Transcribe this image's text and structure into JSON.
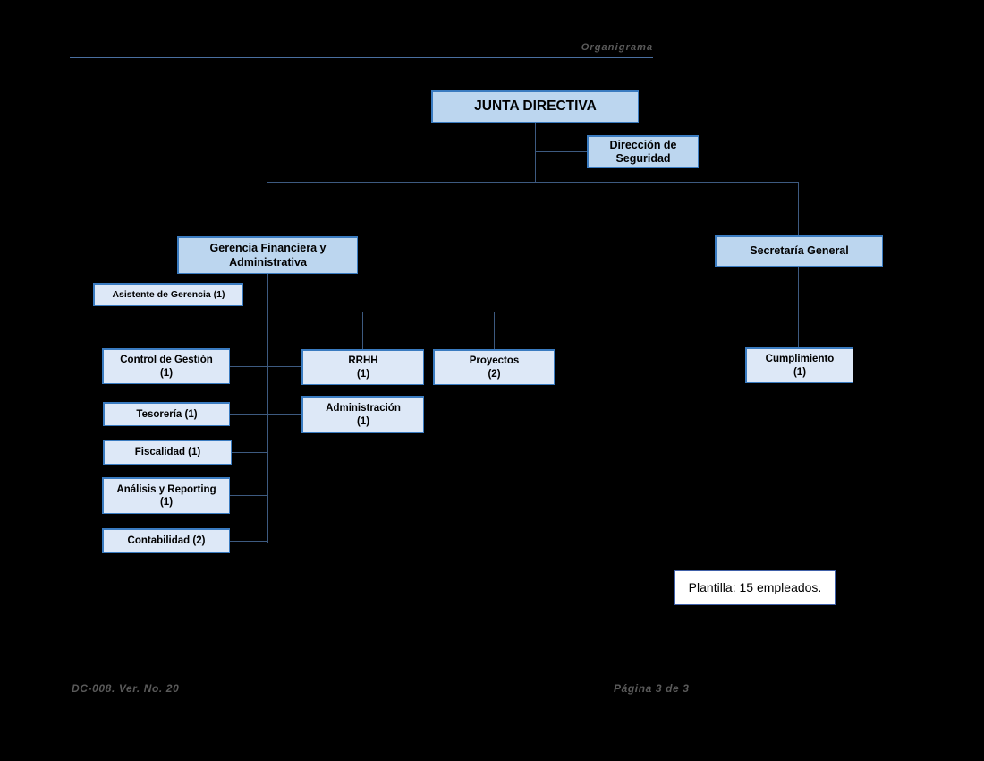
{
  "header": {
    "title": "Organigrama"
  },
  "footer": {
    "doc_ref": "DC-008. Ver. No. 20",
    "page_ref": "Página 3 de 3"
  },
  "chart_data": {
    "type": "diagram",
    "title": "Organigrama",
    "nodes": [
      {
        "id": "junta",
        "label": "JUNTA DIRECTIVA",
        "level": 0,
        "headcount": null
      },
      {
        "id": "seguridad",
        "label": "Dirección de\nSeguridad",
        "level": 1,
        "headcount": null
      },
      {
        "id": "gerencia",
        "label": "Gerencia Financiera y\nAdministrativa",
        "level": 1,
        "headcount": null
      },
      {
        "id": "secretaria",
        "label": "Secretaría General",
        "level": 1,
        "headcount": null
      },
      {
        "id": "asistente",
        "label": "Asistente de Gerencia (1)",
        "level": 2,
        "headcount": 1
      },
      {
        "id": "control",
        "label": "Control de Gestión\n(1)",
        "level": 2,
        "headcount": 1
      },
      {
        "id": "rrhh",
        "label": "RRHH\n(1)",
        "level": 2,
        "headcount": 1
      },
      {
        "id": "proyectos",
        "label": "Proyectos\n(2)",
        "level": 2,
        "headcount": 2
      },
      {
        "id": "tesoreria",
        "label": "Tesorería (1)",
        "level": 2,
        "headcount": 1
      },
      {
        "id": "administracion",
        "label": "Administración\n(1)",
        "level": 2,
        "headcount": 1
      },
      {
        "id": "fiscalidad",
        "label": "Fiscalidad (1)",
        "level": 2,
        "headcount": 1
      },
      {
        "id": "analisis",
        "label": "Análisis y Reporting\n(1)",
        "level": 2,
        "headcount": 1
      },
      {
        "id": "contabilidad",
        "label": "Contabilidad (2)",
        "level": 2,
        "headcount": 2
      },
      {
        "id": "cumplimiento",
        "label": "Cumplimiento\n(1)",
        "level": 2,
        "headcount": 1
      }
    ],
    "edges": [
      {
        "from": "junta",
        "to": "seguridad"
      },
      {
        "from": "junta",
        "to": "gerencia"
      },
      {
        "from": "junta",
        "to": "secretaria"
      },
      {
        "from": "gerencia",
        "to": "asistente"
      },
      {
        "from": "gerencia",
        "to": "control"
      },
      {
        "from": "gerencia",
        "to": "rrhh"
      },
      {
        "from": "gerencia",
        "to": "proyectos"
      },
      {
        "from": "gerencia",
        "to": "tesoreria"
      },
      {
        "from": "gerencia",
        "to": "administracion"
      },
      {
        "from": "gerencia",
        "to": "fiscalidad"
      },
      {
        "from": "gerencia",
        "to": "analisis"
      },
      {
        "from": "gerencia",
        "to": "contabilidad"
      },
      {
        "from": "secretaria",
        "to": "cumplimiento"
      }
    ]
  },
  "boxes": {
    "junta_directiva": "JUNTA DIRECTIVA",
    "direccion_seguridad_l1": "Dirección de",
    "direccion_seguridad_l2": "Seguridad",
    "gerencia_l1": "Gerencia Financiera y",
    "gerencia_l2": "Administrativa",
    "secretaria_general": "Secretaría General",
    "asistente_gerencia": "Asistente de Gerencia (1)",
    "control_gestion_l1": "Control de Gestión",
    "control_gestion_l2": "(1)",
    "rrhh_l1": "RRHH",
    "rrhh_l2": "(1)",
    "proyectos_l1": "Proyectos",
    "proyectos_l2": "(2)",
    "tesoreria": "Tesorería (1)",
    "administracion_l1": "Administración",
    "administracion_l2": "(1)",
    "fiscalidad": "Fiscalidad (1)",
    "analisis_l1": "Análisis y Reporting",
    "analisis_l2": "(1)",
    "contabilidad": "Contabilidad (2)",
    "cumplimiento_l1": "Cumplimiento",
    "cumplimiento_l2": "(1)",
    "plantilla_note": "Plantilla: 15 empleados."
  },
  "colors": {
    "background": "#000000",
    "box_fill": "#bcd6ef",
    "box_fill_pale": "#dde8f7",
    "box_border": "#3a7bc0",
    "connector": "#3d5a80",
    "note_fill": "#ffffff",
    "note_border": "#4060a8",
    "header_text": "#5a5a5a"
  }
}
